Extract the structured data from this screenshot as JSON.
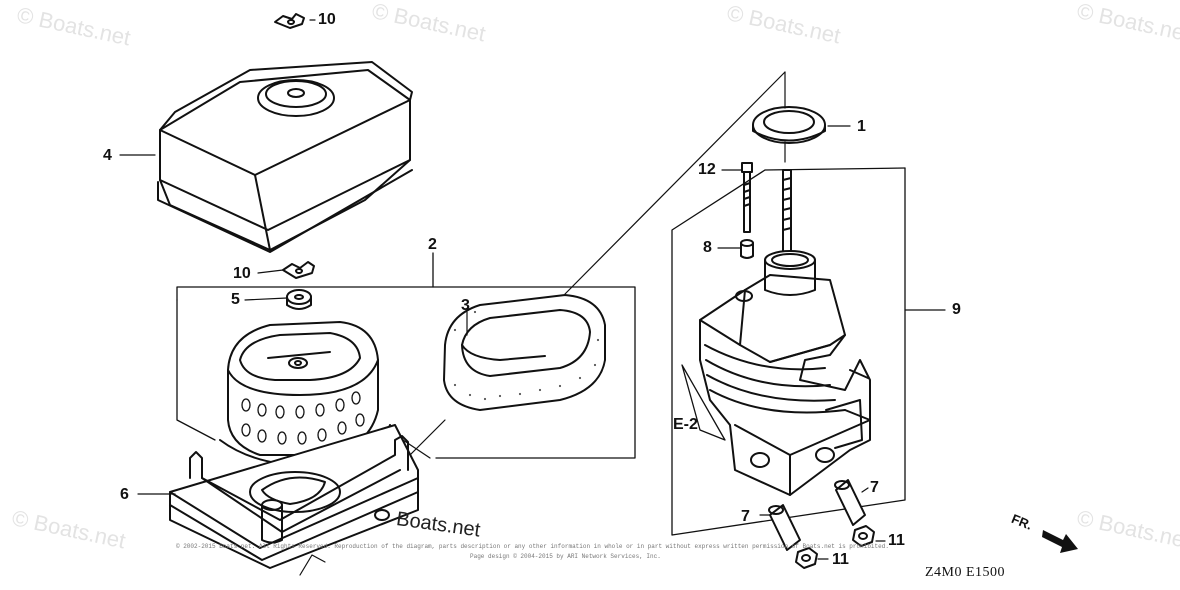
{
  "watermark": "© Boats.net",
  "center_watermark": "Boats.net",
  "callouts": {
    "c1": "1",
    "c2": "2",
    "c3": "3",
    "c4": "4",
    "c5": "5",
    "c6": "6",
    "c7a": "7",
    "c7b": "7",
    "c8": "8",
    "c9": "9",
    "c10a": "10",
    "c10b": "10",
    "c11a": "11",
    "c11b": "11",
    "c12": "12",
    "e2": "E-2"
  },
  "direction_label": "FR.",
  "diagram_code": "Z4M0   E1500",
  "copyright_line1": "© 2002-2015 Boats.net. All Rights Reserved. Reproduction of the diagram, parts description or any other information in whole or in part without express written permission of Boats.net is prohibited.",
  "copyright_line2": "Page design © 2004-2015 by ARI Network Services, Inc."
}
